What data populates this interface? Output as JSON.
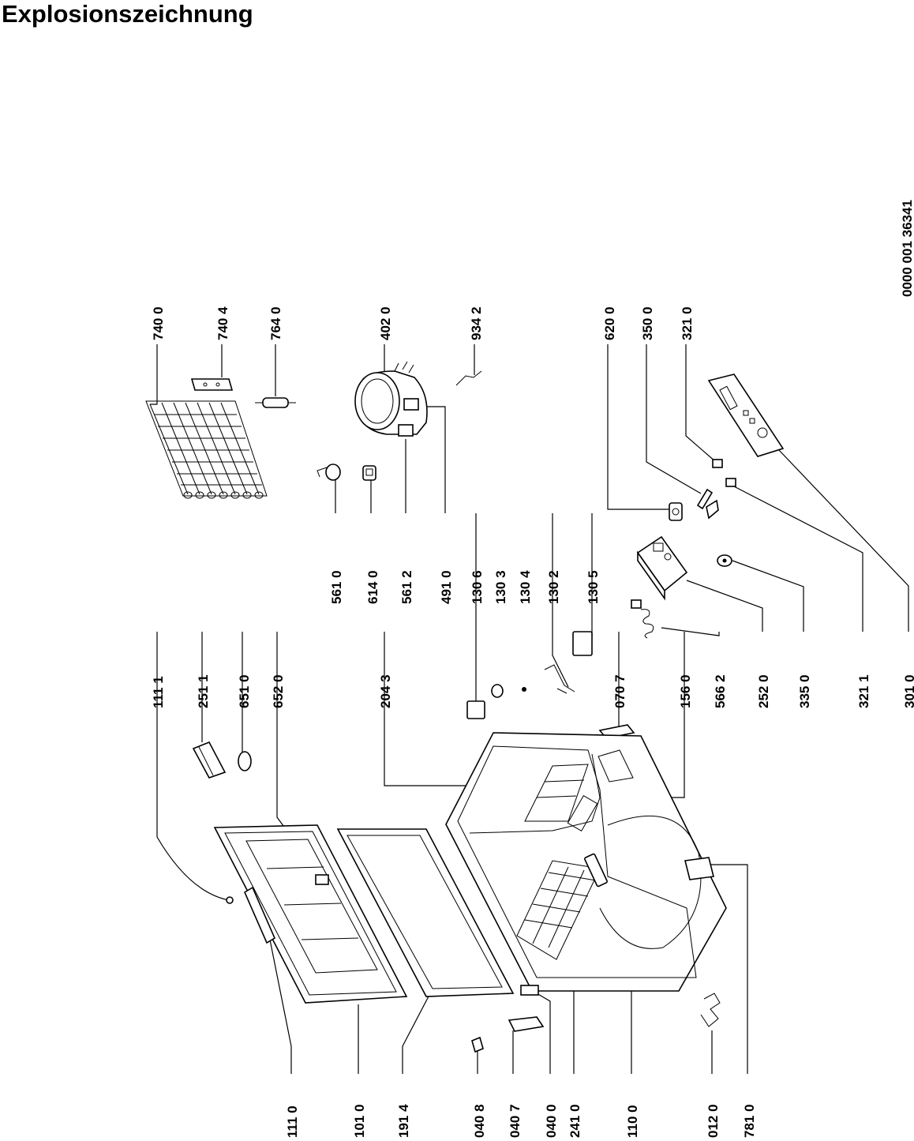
{
  "title": "Explosionszeichnung",
  "document_number": "0000 001 36341",
  "labels": {
    "l7400": "740 0",
    "l7404": "740 4",
    "l7640": "764 0",
    "l4020": "402 0",
    "l9342": "934 2",
    "l6200": "620 0",
    "l3500": "350 0",
    "l3210": "321 0",
    "l1111": "111 1",
    "l2511": "251 1",
    "l6510": "651 0",
    "l6520": "652 0",
    "l2043": "204 3",
    "l0707": "070 7",
    "l1560": "156 0",
    "l5662": "566 2",
    "l2520": "252 0",
    "l3350": "335 0",
    "l3211": "321 1",
    "l3010": "301 0",
    "l5610": "561 0",
    "l6140": "614 0",
    "l5612": "561 2",
    "l4910": "491 0",
    "l1306": "130 6",
    "l1303": "130 3",
    "l1304": "130 4",
    "l1302": "130 2",
    "l1305": "130 5",
    "l1110": "111 0",
    "l1010": "101 0",
    "l1914": "191 4",
    "l0408": "040 8",
    "l0407": "040 7",
    "l0400": "040 0",
    "l2410": "241 0",
    "l1100": "110 0",
    "l0120": "012 0",
    "l7810": "781 0"
  }
}
